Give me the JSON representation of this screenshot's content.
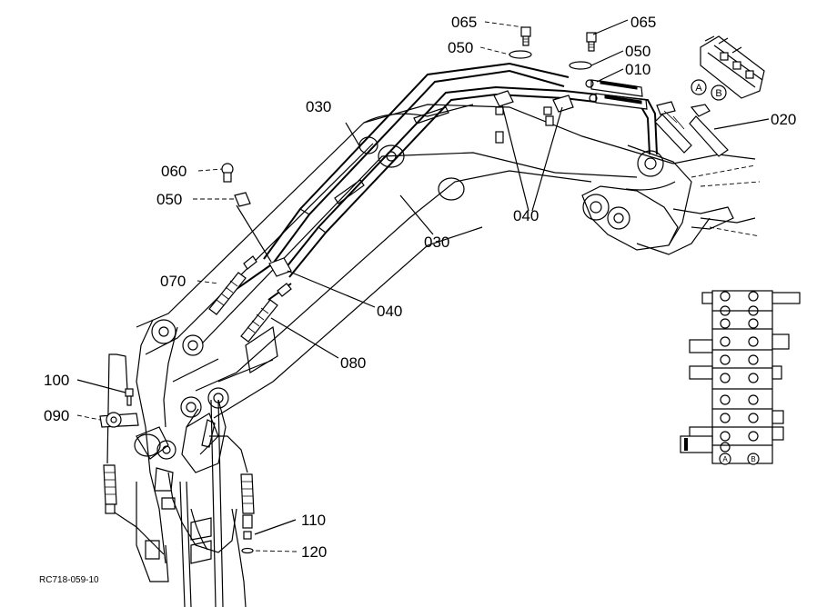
{
  "diagram": {
    "callouts": {
      "c065a": "065",
      "c065b": "065",
      "c050a": "050",
      "c050b": "050",
      "c010": "010",
      "c020": "020",
      "c030a": "030",
      "c030b": "030",
      "c040a": "040",
      "c040b": "040",
      "c050c": "050",
      "c060": "060",
      "c070": "070",
      "c080": "080",
      "c090": "090",
      "c100": "100",
      "c110": "110",
      "c120": "120"
    },
    "ports": {
      "a": "A",
      "b": "B"
    },
    "drawing_code": "RC718-059-10"
  }
}
